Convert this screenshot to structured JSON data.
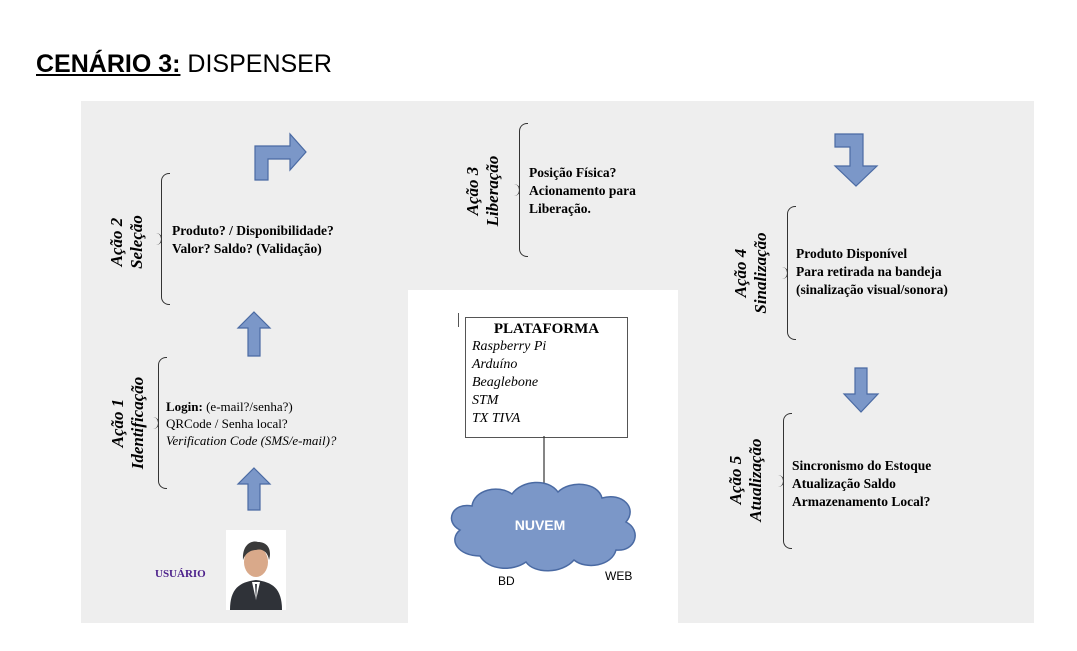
{
  "title": {
    "prefix": "CENÁRIO 3:",
    "name": " DISPENSER"
  },
  "actions": [
    {
      "number": "Ação 1",
      "name": "Identificação"
    },
    {
      "number": "Ação 2",
      "name": "Seleção"
    },
    {
      "number": "Ação 3",
      "name": "Liberação"
    },
    {
      "number": "Ação 4",
      "name": "Sinalização"
    },
    {
      "number": "Ação 5",
      "name": "Atualização"
    }
  ],
  "notes": {
    "action1": {
      "login_label": "Login:",
      "login_value": " (e-mail?/senha?)",
      "line2": "QRCode / Senha local?",
      "line3": "Verification Code (SMS/e-mail)?"
    },
    "action2": {
      "line1": "Produto? / Disponibilidade?",
      "line2": "Valor? Saldo? (Validação)"
    },
    "action3": {
      "line1": "Posição Física?",
      "line2": "Acionamento para",
      "line3": "Liberação."
    },
    "action4": {
      "line1": "Produto Disponível",
      "line2": "Para retirada na bandeja",
      "line3": "(sinalização visual/sonora)"
    },
    "action5": {
      "line1": "Sincronismo do Estoque",
      "line2": "Atualização Saldo",
      "line3": "Armazenamento Local?"
    }
  },
  "platform": {
    "title": "PLATAFORMA",
    "items": [
      "Raspberry Pi",
      "Arduíno",
      "Beaglebone",
      "STM",
      "TX TIVA"
    ]
  },
  "cloud": {
    "label": "NUVEM",
    "left_label": "BD",
    "right_label": "WEB"
  },
  "user": {
    "label": "USUÁRIO"
  },
  "colors": {
    "arrow_fill": "#7b97c8",
    "arrow_stroke": "#4a6aa3",
    "panel": "#eeeeee",
    "cloud": "#7b97c8"
  }
}
